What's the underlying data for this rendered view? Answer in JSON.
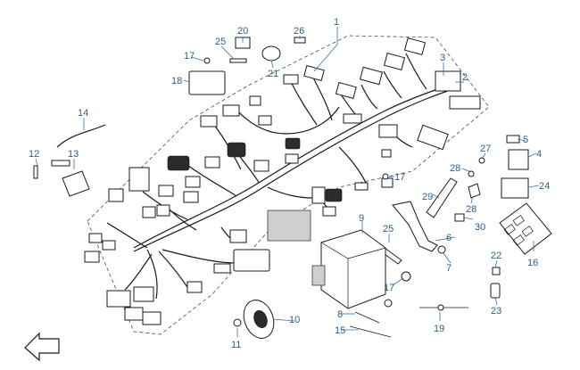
{
  "callouts": [
    {
      "id": "c1",
      "label": "1"
    },
    {
      "id": "c2",
      "label": "2"
    },
    {
      "id": "c3",
      "label": "3"
    },
    {
      "id": "c4",
      "label": "4"
    },
    {
      "id": "c5",
      "label": "5"
    },
    {
      "id": "c6",
      "label": "6"
    },
    {
      "id": "c7",
      "label": "7"
    },
    {
      "id": "c8",
      "label": "8"
    },
    {
      "id": "c9",
      "label": "9"
    },
    {
      "id": "c10",
      "label": "10"
    },
    {
      "id": "c11",
      "label": "11"
    },
    {
      "id": "c12",
      "label": "12"
    },
    {
      "id": "c13",
      "label": "13"
    },
    {
      "id": "c14",
      "label": "14"
    },
    {
      "id": "c15",
      "label": "15"
    },
    {
      "id": "c16",
      "label": "16"
    },
    {
      "id": "c17a",
      "label": "17"
    },
    {
      "id": "c17b",
      "label": "17"
    },
    {
      "id": "c17c",
      "label": "17"
    },
    {
      "id": "c18",
      "label": "18"
    },
    {
      "id": "c19",
      "label": "19"
    },
    {
      "id": "c20",
      "label": "20"
    },
    {
      "id": "c21",
      "label": "21"
    },
    {
      "id": "c22",
      "label": "22"
    },
    {
      "id": "c23",
      "label": "23"
    },
    {
      "id": "c24",
      "label": "24"
    },
    {
      "id": "c25a",
      "label": "25"
    },
    {
      "id": "c25b",
      "label": "25"
    },
    {
      "id": "c26",
      "label": "26"
    },
    {
      "id": "c27",
      "label": "27"
    },
    {
      "id": "c28a",
      "label": "28"
    },
    {
      "id": "c28b",
      "label": "28"
    },
    {
      "id": "c29",
      "label": "29"
    },
    {
      "id": "c30",
      "label": "30"
    }
  ]
}
